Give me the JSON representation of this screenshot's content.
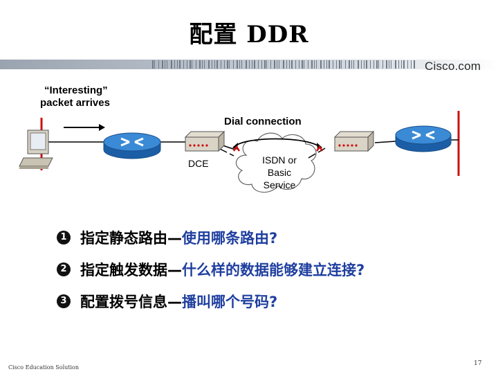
{
  "title": "配置 DDR",
  "logo": "Cisco.com",
  "labels": {
    "interesting_line1": "“Interesting”",
    "interesting_line2": "packet arrives",
    "dial_connection": "Dial connection",
    "dce": "DCE",
    "cloud_line1": "ISDN or",
    "cloud_line2": "Basic",
    "cloud_line3": "Service"
  },
  "steps": [
    {
      "num": "1",
      "black": "指定静态路由—",
      "blue": "使用哪条路由?"
    },
    {
      "num": "2",
      "black": "指定触发数据—",
      "blue": "什么样的数据能够建立连接?"
    },
    {
      "num": "3",
      "black": "配置拨号信息—",
      "blue": "播叫哪个号码?"
    }
  ],
  "footer": "Cisco Education Solution",
  "page_number": "17",
  "colors": {
    "router": "#2b78c8",
    "accent_blue": "#1f3f9f",
    "line_red": "#cc1010",
    "band": "#8a96a4"
  }
}
